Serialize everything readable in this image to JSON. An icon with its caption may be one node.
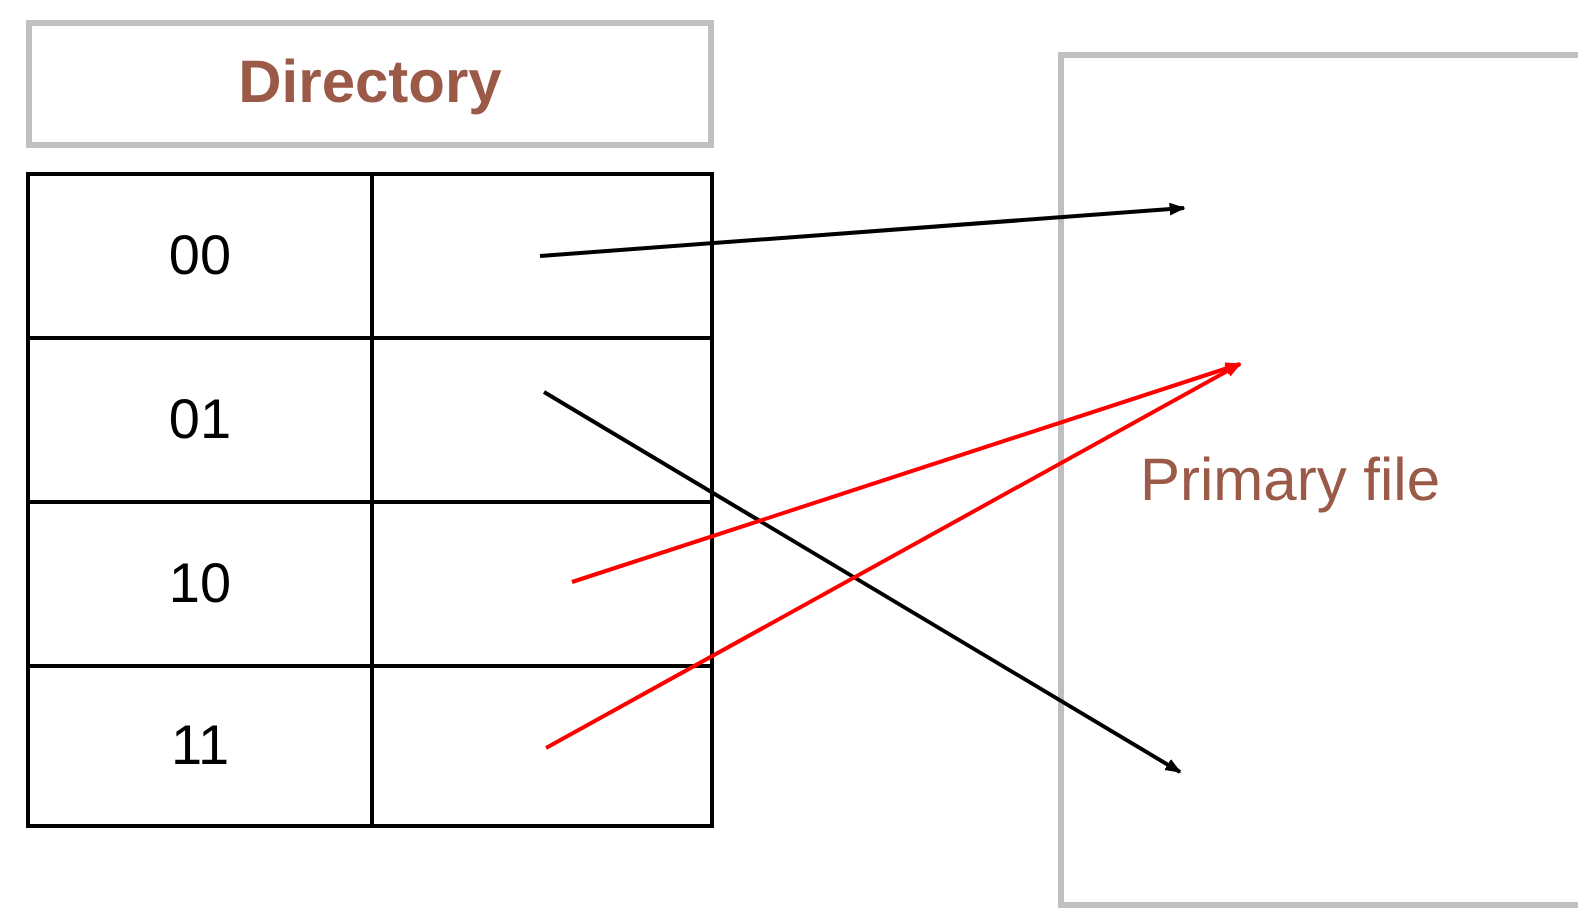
{
  "diagram": {
    "nodes": [
      {
        "text": [
          "Directory"
        ]
      },
      {
        "text": [
          "00"
        ]
      },
      {
        "text": [
          "01"
        ]
      },
      {
        "text": [
          "10"
        ]
      },
      {
        "text": [
          "11"
        ]
      },
      {
        "text": [],
        "shape": "box"
      },
      {
        "text": [],
        "shape": "box"
      },
      {
        "text": [],
        "shape": "box"
      },
      {
        "text": [],
        "shape": "box"
      },
      {
        "text": [
          "Primary file"
        ]
      }
    ],
    "edges": [
      {
        "from": 5,
        "to": 9,
        "arrow": "to"
      },
      {
        "from": 6,
        "to": 9,
        "arrow": "to"
      },
      {
        "from": 7,
        "to": 9,
        "arrow": "to",
        "color": "#ff0000"
      },
      {
        "from": 8,
        "to": 9,
        "arrow": "to",
        "color": "#ff0000"
      }
    ]
  }
}
